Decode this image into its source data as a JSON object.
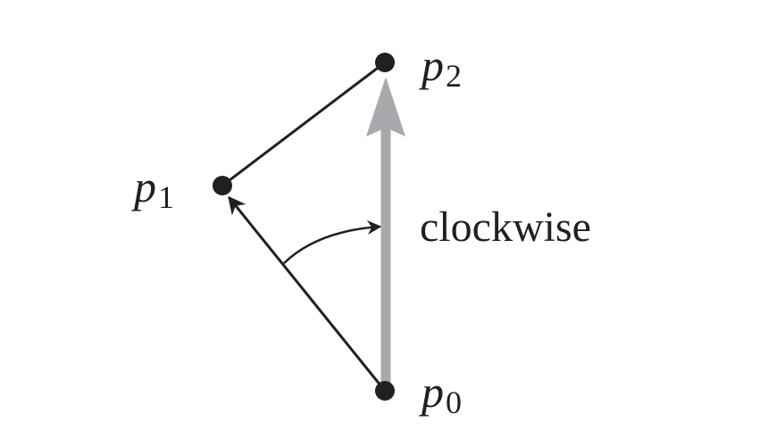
{
  "points": {
    "p0": {
      "name": "p",
      "subscript": "0"
    },
    "p1": {
      "name": "p",
      "subscript": "1"
    },
    "p2": {
      "name": "p",
      "subscript": "2"
    }
  },
  "rotation_label": "clockwise",
  "colors": {
    "ink": "#231f20",
    "gray_vector": "#a7a9ac"
  }
}
